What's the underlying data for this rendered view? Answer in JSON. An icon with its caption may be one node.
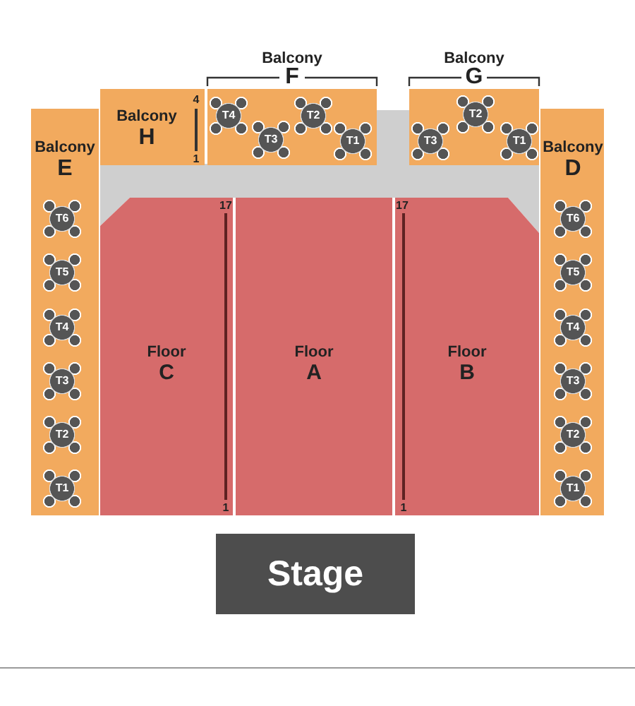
{
  "diagram": {
    "nodes": [
      {
        "text": [
          "Balcony",
          "F"
        ]
      },
      {
        "text": [
          "T4"
        ],
        "in": 0
      },
      {
        "text": [
          "T3"
        ],
        "in": 0
      },
      {
        "text": [
          "T2"
        ],
        "in": 0
      },
      {
        "text": [
          "T1"
        ],
        "in": 0
      },
      {
        "text": [
          "Balcony",
          "G"
        ]
      },
      {
        "text": [
          "T3"
        ],
        "in": 5
      },
      {
        "text": [
          "T2"
        ],
        "in": 5
      },
      {
        "text": [
          "T1"
        ],
        "in": 5
      },
      {
        "text": [
          "Balcony",
          "H"
        ]
      },
      {
        "text": [
          "Balcony",
          "E"
        ]
      },
      {
        "text": [
          "T6"
        ],
        "in": 10
      },
      {
        "text": [
          "T5"
        ],
        "in": 10
      },
      {
        "text": [
          "T4"
        ],
        "in": 10
      },
      {
        "text": [
          "T3"
        ],
        "in": 10
      },
      {
        "text": [
          "T2"
        ],
        "in": 10
      },
      {
        "text": [
          "T1"
        ],
        "in": 10
      },
      {
        "text": [
          "Balcony",
          "D"
        ]
      },
      {
        "text": [
          "T6"
        ],
        "in": 17
      },
      {
        "text": [
          "T5"
        ],
        "in": 17
      },
      {
        "text": [
          "T4"
        ],
        "in": 17
      },
      {
        "text": [
          "T3"
        ],
        "in": 17
      },
      {
        "text": [
          "T2"
        ],
        "in": 17
      },
      {
        "text": [
          "T1"
        ],
        "in": 17
      },
      {
        "text": [
          "Floor",
          "C"
        ]
      },
      {
        "text": [
          "Floor",
          "A"
        ]
      },
      {
        "text": [
          "Floor",
          "B"
        ]
      },
      {
        "text": [
          "Stage"
        ]
      }
    ],
    "labels": [
      "4",
      "1",
      "17",
      "17",
      "1",
      "1"
    ]
  }
}
